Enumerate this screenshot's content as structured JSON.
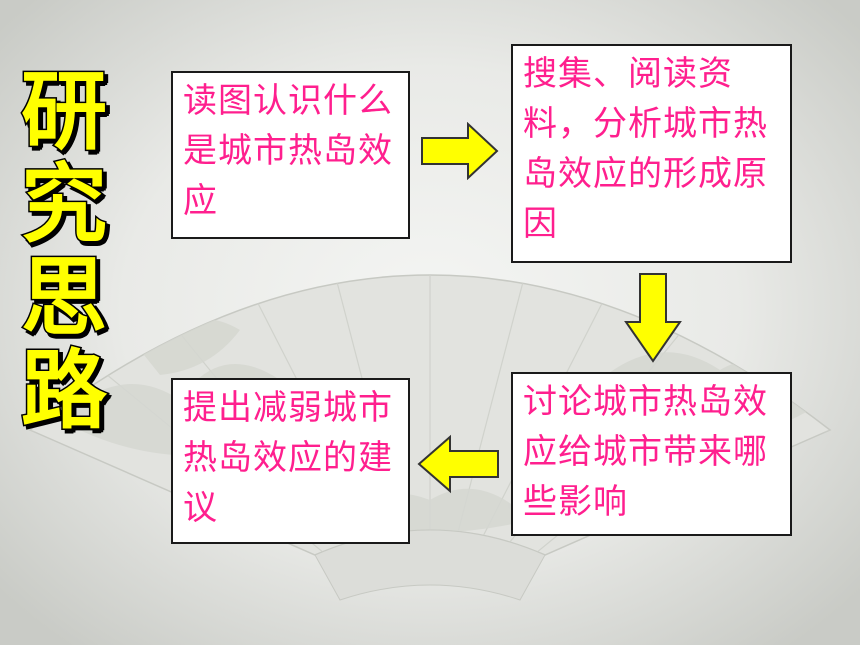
{
  "title": "研究思路",
  "colors": {
    "title_fill": "#ffff00",
    "title_outline": "#000000",
    "box_text": "#ff1f8e",
    "arrow_fill": "#ffff00",
    "arrow_stroke": "#333333"
  },
  "steps": [
    {
      "text": "读图认识什么是城市热岛效应"
    },
    {
      "text": "搜集、阅读资料，分析城市热岛效应的形成原因"
    },
    {
      "text": "讨论城市热岛效应给城市带来哪些影响"
    },
    {
      "text": "提出减弱城市热岛效应的建议"
    }
  ],
  "arrows": [
    {
      "from": 1,
      "to": 2,
      "direction": "right"
    },
    {
      "from": 2,
      "to": 3,
      "direction": "down"
    },
    {
      "from": 3,
      "to": 4,
      "direction": "left"
    }
  ]
}
